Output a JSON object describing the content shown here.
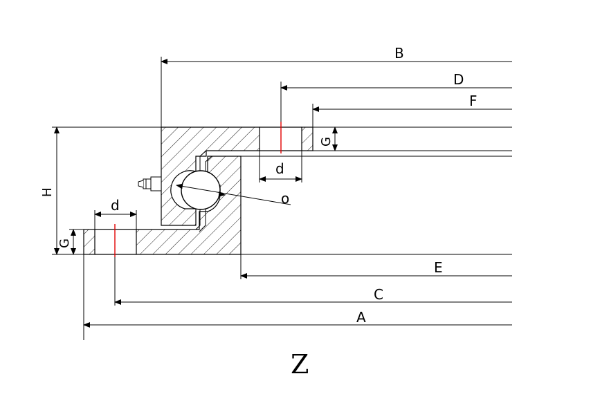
{
  "labels": {
    "A": "A",
    "B": "B",
    "C": "C",
    "D": "D",
    "E": "E",
    "F": "F",
    "H": "H",
    "G_top": "G",
    "G_bottom": "G",
    "d_top": "d",
    "d_bottom": "d",
    "o": "o"
  },
  "view_label": "Z"
}
